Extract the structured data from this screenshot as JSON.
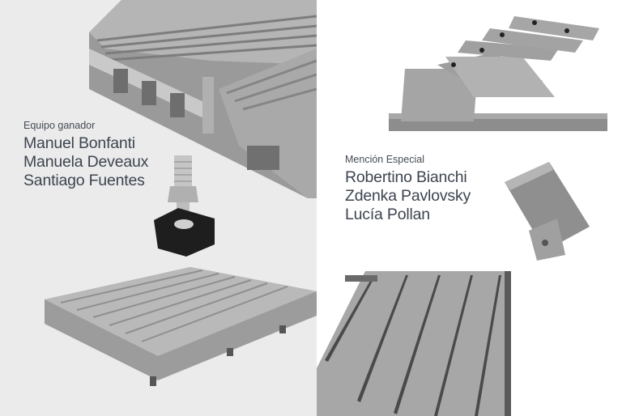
{
  "winners": {
    "label": "Equipo ganador",
    "names": [
      "Manuel Bonfanti",
      "Manuela Deveaux",
      "Santiago Fuentes"
    ]
  },
  "special_mention": {
    "label": "Mención Especial",
    "names": [
      "Robertino Bianchi",
      "Zdenka Pavlovsky",
      "Lucía Pollan"
    ]
  }
}
